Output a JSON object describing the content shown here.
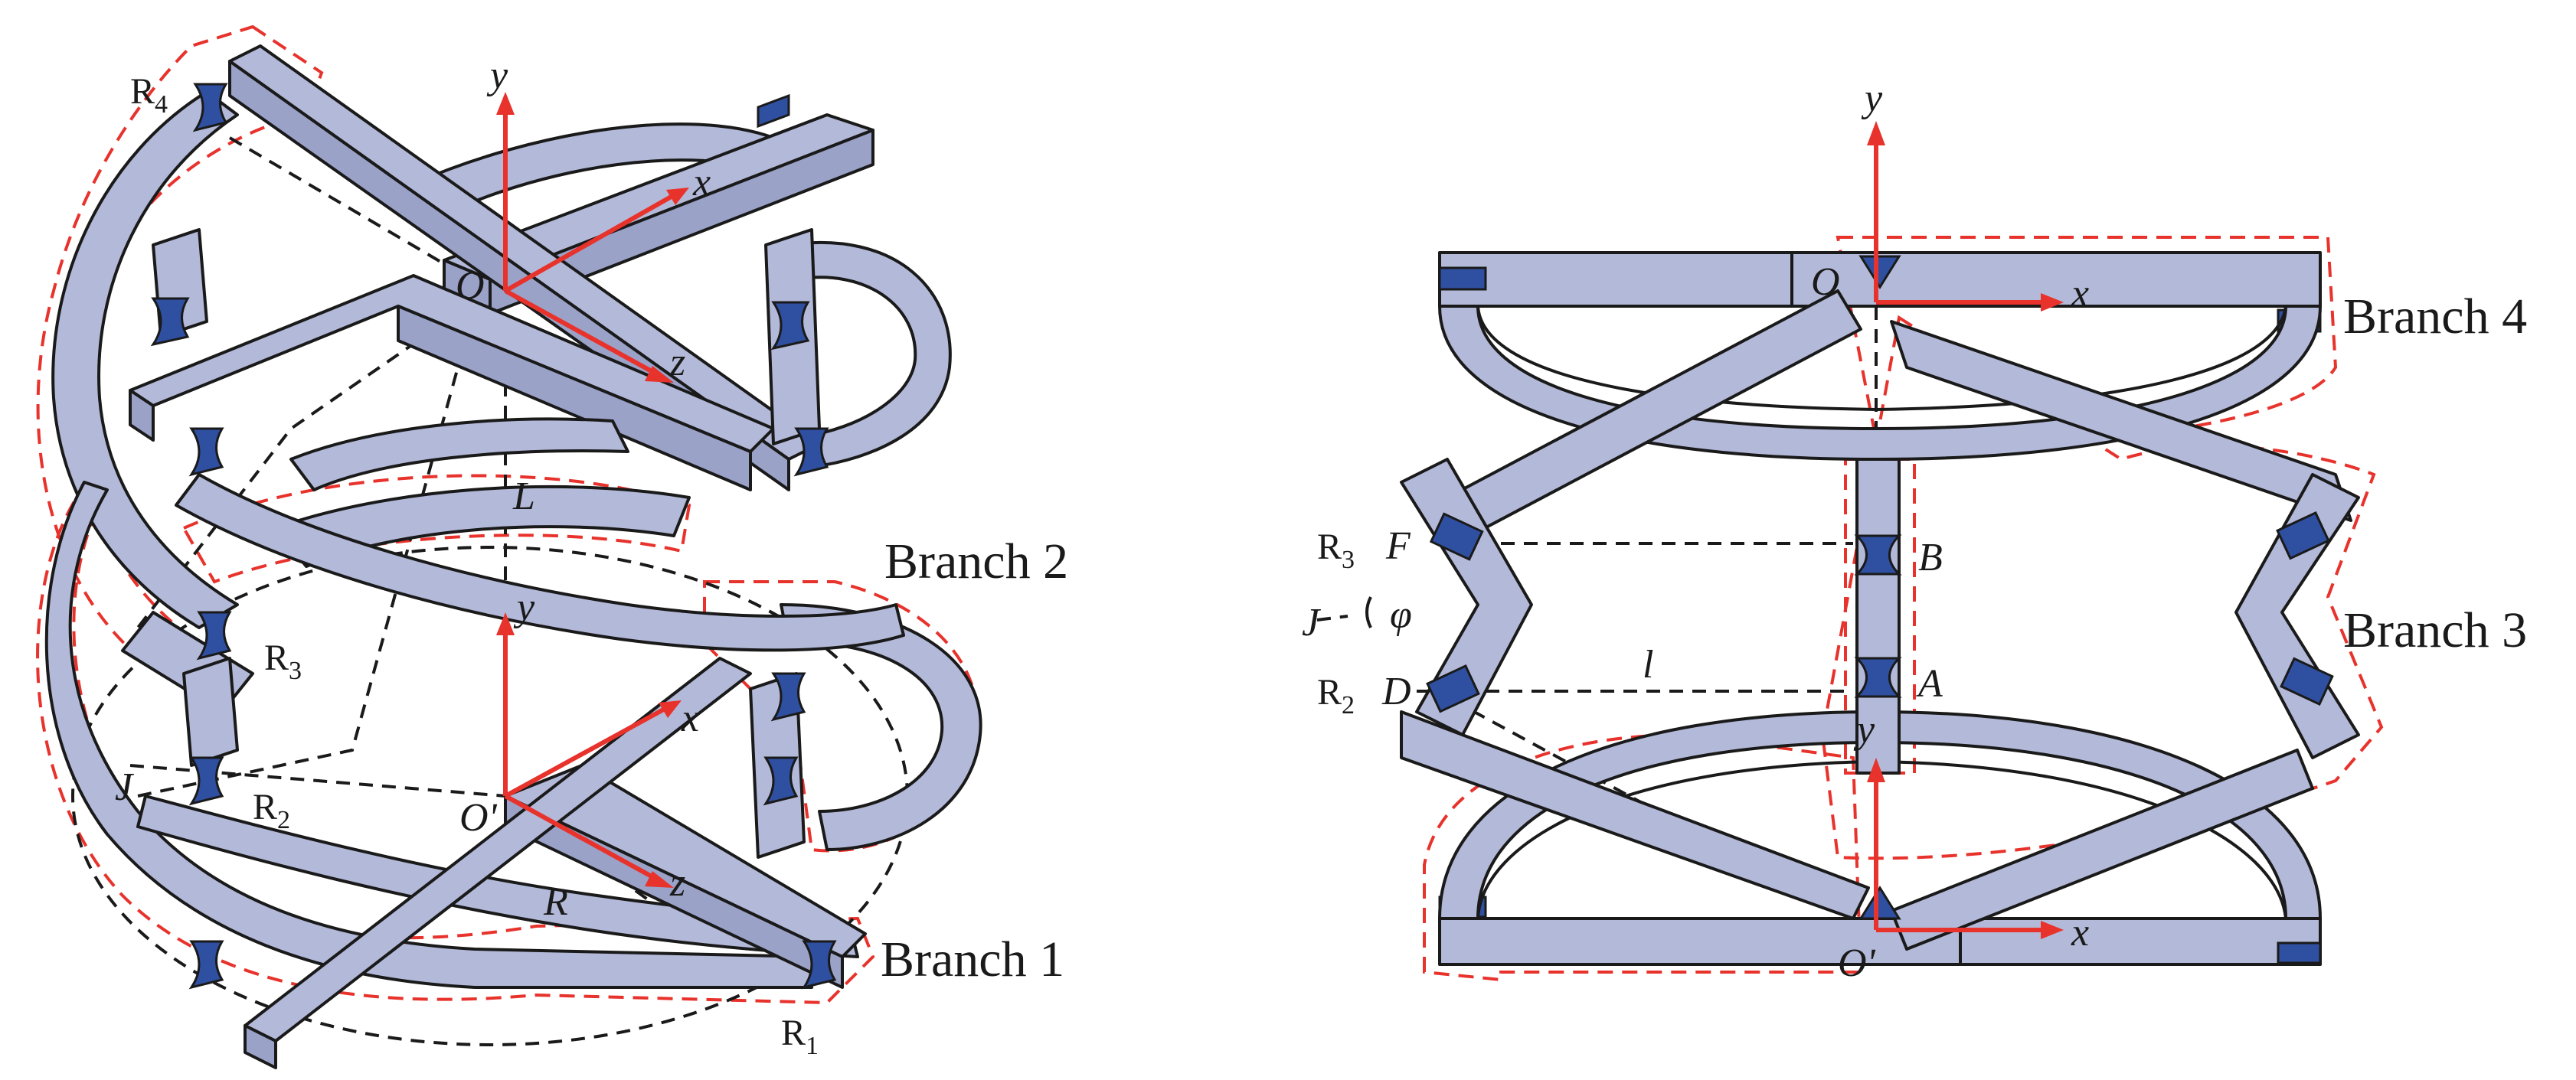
{
  "colors": {
    "member": "#b3b9d8",
    "flexure": "#2f4fa0",
    "outline": "#1a1a1a",
    "axis": "#e8322c",
    "branch_outline": "#e8322c"
  },
  "left_view": {
    "axes_top": {
      "x": "x",
      "y": "y",
      "z": "z",
      "origin": "O"
    },
    "axes_bottom": {
      "x": "x",
      "y": "y",
      "z": "z",
      "origin": "O'"
    },
    "dimension_L": "L",
    "dimension_R": "R",
    "point_J": "J",
    "hinges": {
      "R1": "R",
      "R1_sub": "1",
      "R2": "R",
      "R2_sub": "2",
      "R3": "R",
      "R3_sub": "3",
      "R4": "R",
      "R4_sub": "4"
    },
    "branches": {
      "branch1": "Branch 1",
      "branch2": "Branch 2"
    }
  },
  "right_view": {
    "axes_top": {
      "x": "x",
      "y": "y",
      "origin": "O"
    },
    "axes_bottom": {
      "x": "x",
      "y": "y",
      "origin": "O'"
    },
    "points": {
      "A": "A",
      "B": "B",
      "D": "D",
      "F": "F",
      "J": "J"
    },
    "angle": "φ",
    "dimension_l": "l",
    "hinges": {
      "R2": "R",
      "R2_sub": "2",
      "R3": "R",
      "R3_sub": "3"
    },
    "branches": {
      "branch3": "Branch 3",
      "branch4": "Branch 4"
    }
  }
}
